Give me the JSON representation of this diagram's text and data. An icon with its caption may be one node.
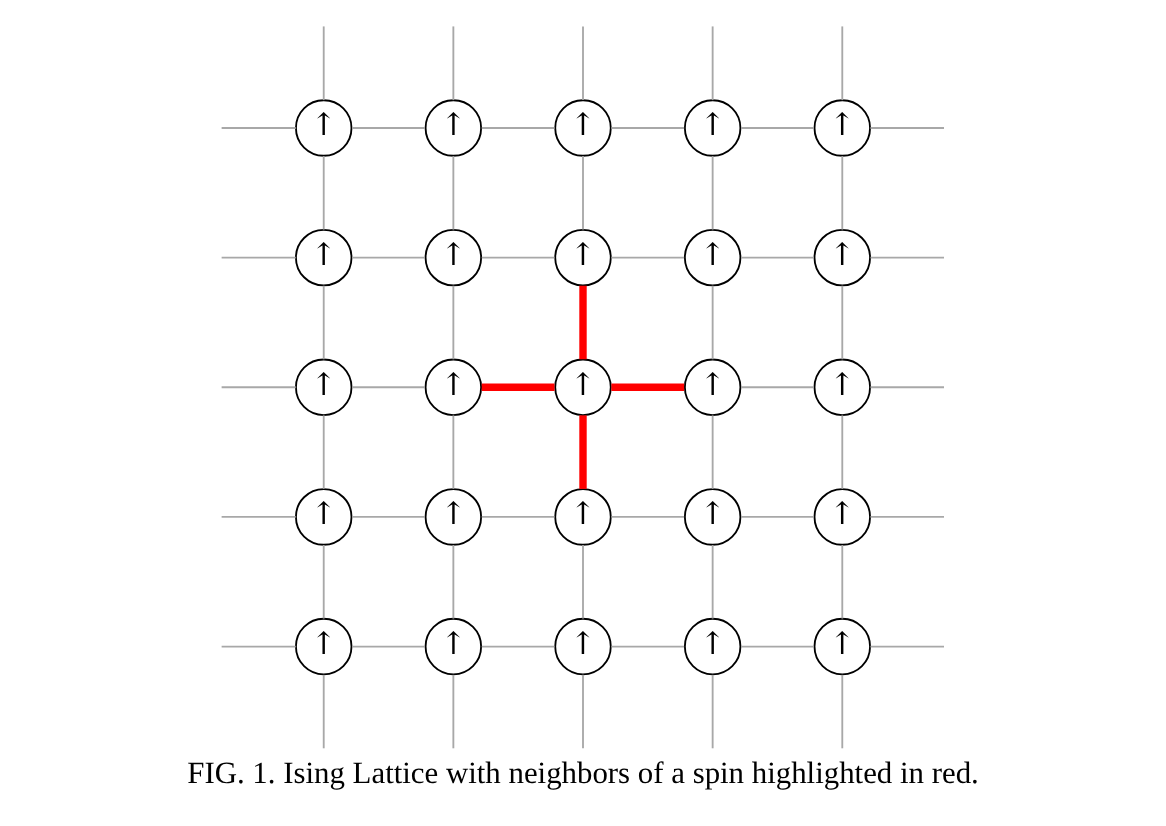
{
  "diagram": {
    "caption": "FIG. 1. Ising Lattice with neighbors of a spin highlighted in red.",
    "nodes": [
      {
        "text": [
          "↑"
        ]
      },
      {
        "text": [
          "↑"
        ]
      },
      {
        "text": [
          "↑"
        ]
      },
      {
        "text": [
          "↑"
        ]
      },
      {
        "text": [
          "↑"
        ]
      },
      {
        "text": [
          "↑"
        ]
      },
      {
        "text": [
          "↑"
        ]
      },
      {
        "text": [
          "↑"
        ]
      },
      {
        "text": [
          "↑"
        ]
      },
      {
        "text": [
          "↑"
        ]
      },
      {
        "text": [
          "↑"
        ]
      },
      {
        "text": [
          "↑"
        ]
      },
      {
        "text": [
          "↑"
        ]
      },
      {
        "text": [
          "↑"
        ]
      },
      {
        "text": [
          "↑"
        ]
      },
      {
        "text": [
          "↑"
        ]
      },
      {
        "text": [
          "↑"
        ]
      },
      {
        "text": [
          "↑"
        ]
      },
      {
        "text": [
          "↑"
        ]
      },
      {
        "text": [
          "↑"
        ]
      },
      {
        "text": [
          "↑"
        ]
      },
      {
        "text": [
          "↑"
        ]
      },
      {
        "text": [
          "↑"
        ]
      },
      {
        "text": [
          "↑"
        ]
      },
      {
        "text": [
          "↑"
        ]
      }
    ],
    "edges": [
      {
        "from": null,
        "to": 0,
        "arrow": "none"
      },
      {
        "from": 0,
        "to": 1,
        "arrow": "none"
      },
      {
        "from": 1,
        "to": 2,
        "arrow": "none"
      },
      {
        "from": 2,
        "to": 3,
        "arrow": "none"
      },
      {
        "from": 3,
        "to": 4,
        "arrow": "none"
      },
      {
        "from": 4,
        "to": null,
        "arrow": "none"
      },
      {
        "from": null,
        "to": 5,
        "arrow": "none"
      },
      {
        "from": 5,
        "to": 6,
        "arrow": "none"
      },
      {
        "from": 6,
        "to": 7,
        "arrow": "none"
      },
      {
        "from": 7,
        "to": 8,
        "arrow": "none"
      },
      {
        "from": 8,
        "to": 9,
        "arrow": "none"
      },
      {
        "from": 9,
        "to": null,
        "arrow": "none"
      },
      {
        "from": null,
        "to": 10,
        "arrow": "none"
      },
      {
        "from": 10,
        "to": 11,
        "arrow": "none"
      },
      {
        "from": 11,
        "to": 12,
        "arrow": "none",
        "style": "thick",
        "color": "#ff0000"
      },
      {
        "from": 12,
        "to": 13,
        "arrow": "none",
        "style": "thick",
        "color": "#ff0000"
      },
      {
        "from": 13,
        "to": 14,
        "arrow": "none"
      },
      {
        "from": 14,
        "to": null,
        "arrow": "none"
      },
      {
        "from": null,
        "to": 15,
        "arrow": "none"
      },
      {
        "from": 15,
        "to": 16,
        "arrow": "none"
      },
      {
        "from": 16,
        "to": 17,
        "arrow": "none"
      },
      {
        "from": 17,
        "to": 18,
        "arrow": "none"
      },
      {
        "from": 18,
        "to": 19,
        "arrow": "none"
      },
      {
        "from": 19,
        "to": null,
        "arrow": "none"
      },
      {
        "from": null,
        "to": 20,
        "arrow": "none"
      },
      {
        "from": 20,
        "to": 21,
        "arrow": "none"
      },
      {
        "from": 21,
        "to": 22,
        "arrow": "none"
      },
      {
        "from": 22,
        "to": 23,
        "arrow": "none"
      },
      {
        "from": 23,
        "to": 24,
        "arrow": "none"
      },
      {
        "from": 24,
        "to": null,
        "arrow": "none"
      },
      {
        "from": null,
        "to": 0,
        "arrow": "none"
      },
      {
        "from": 0,
        "to": 5,
        "arrow": "none"
      },
      {
        "from": 5,
        "to": 10,
        "arrow": "none"
      },
      {
        "from": 10,
        "to": 15,
        "arrow": "none"
      },
      {
        "from": 15,
        "to": 20,
        "arrow": "none"
      },
      {
        "from": 20,
        "to": null,
        "arrow": "none"
      },
      {
        "from": null,
        "to": 1,
        "arrow": "none"
      },
      {
        "from": 1,
        "to": 6,
        "arrow": "none"
      },
      {
        "from": 6,
        "to": 11,
        "arrow": "none"
      },
      {
        "from": 11,
        "to": 16,
        "arrow": "none"
      },
      {
        "from": 16,
        "to": 21,
        "arrow": "none"
      },
      {
        "from": 21,
        "to": null,
        "arrow": "none"
      },
      {
        "from": null,
        "to": 2,
        "arrow": "none"
      },
      {
        "from": 2,
        "to": 7,
        "arrow": "none"
      },
      {
        "from": 7,
        "to": 12,
        "arrow": "none",
        "style": "thick",
        "color": "#ff0000"
      },
      {
        "from": 12,
        "to": 17,
        "arrow": "none",
        "style": "thick",
        "color": "#ff0000"
      },
      {
        "from": 17,
        "to": 22,
        "arrow": "none"
      },
      {
        "from": 22,
        "to": null,
        "arrow": "none"
      },
      {
        "from": null,
        "to": 3,
        "arrow": "none"
      },
      {
        "from": 3,
        "to": 8,
        "arrow": "none"
      },
      {
        "from": 8,
        "to": 13,
        "arrow": "none"
      },
      {
        "from": 13,
        "to": 18,
        "arrow": "none"
      },
      {
        "from": 18,
        "to": 23,
        "arrow": "none"
      },
      {
        "from": 23,
        "to": null,
        "arrow": "none"
      },
      {
        "from": null,
        "to": 4,
        "arrow": "none"
      },
      {
        "from": 4,
        "to": 9,
        "arrow": "none"
      },
      {
        "from": 9,
        "to": 14,
        "arrow": "none"
      },
      {
        "from": 14,
        "to": 19,
        "arrow": "none"
      },
      {
        "from": 19,
        "to": 24,
        "arrow": "none"
      },
      {
        "from": 24,
        "to": null,
        "arrow": "none"
      }
    ]
  }
}
